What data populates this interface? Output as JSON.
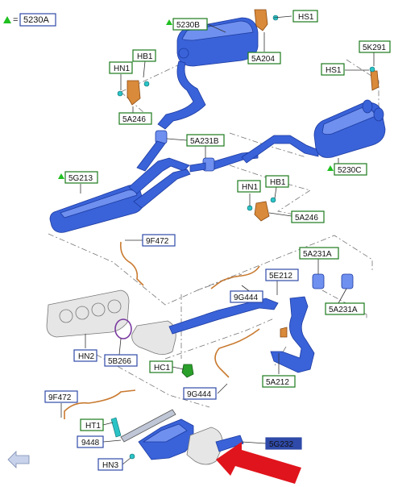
{
  "legend": {
    "marker_color": "#1fc01f",
    "label": "5230A"
  },
  "colors": {
    "blue_callout": "#2f4aa8",
    "green_callout": "#1b7a1b",
    "part_blue": "#3a63d9",
    "arrow_red": "#e0141c"
  },
  "callouts": {
    "c5230B": "5230B",
    "cHS1a": "HS1",
    "c5A204": "5A204",
    "cHB1a": "HB1",
    "cHN1a": "HN1",
    "c5A246a": "5A246",
    "c5K291": "5K291",
    "cHS1b": "HS1",
    "c5230C": "5230C",
    "c5A231Ba": "5A231B",
    "c5G213": "5G213",
    "cHN1b": "HN1",
    "cHB1b": "HB1",
    "c5A246b": "5A246",
    "c9F472a": "9F472",
    "c5A231Aa": "5A231A",
    "c5E212": "5E212",
    "c9G444a": "9G444",
    "c5A231Ab": "5A231A",
    "cHN2": "HN2",
    "c5B266": "5B266",
    "cHC1": "HC1",
    "c5A212": "5A212",
    "c9G444b": "9G444",
    "c9F472b": "9F472",
    "cHT1": "HT1",
    "c9448": "9448",
    "c5G232": "5G232",
    "cHN3": "HN3"
  }
}
